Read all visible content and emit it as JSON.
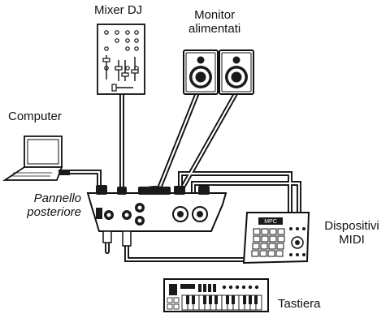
{
  "labels": {
    "mixer": "Mixer DJ",
    "monitor_line1": "Monitor",
    "monitor_line2": "alimentati",
    "computer": "Computer",
    "panel_line1": "Pannello",
    "panel_line2": "posteriore",
    "midi_line1": "Dispositivi",
    "midi_line2": "MIDI",
    "keyboard": "Tastiera",
    "mpc_badge": "MPC"
  },
  "colors": {
    "line": "#111111",
    "fill": "#ffffff",
    "dark": "#1a1a1a",
    "grey": "#9a9a9a"
  }
}
